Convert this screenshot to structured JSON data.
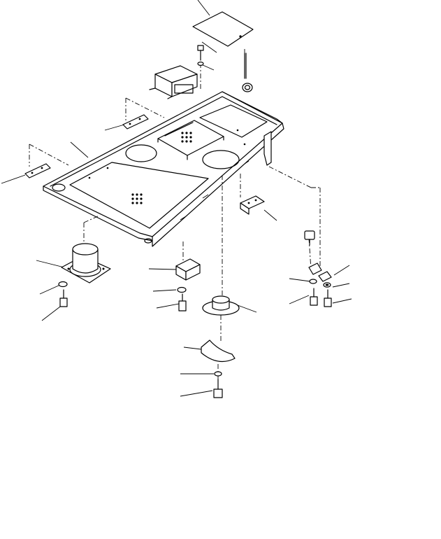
{
  "diagram": {
    "parts": [
      "floor-frame",
      "floor-plate-cover",
      "access-cover",
      "relay-box",
      "mount-bracket",
      "rubber-cushion-mount",
      "center-rubber-mount",
      "stopper-plate",
      "bolt",
      "washer",
      "nut",
      "hinge-bracket"
    ]
  }
}
